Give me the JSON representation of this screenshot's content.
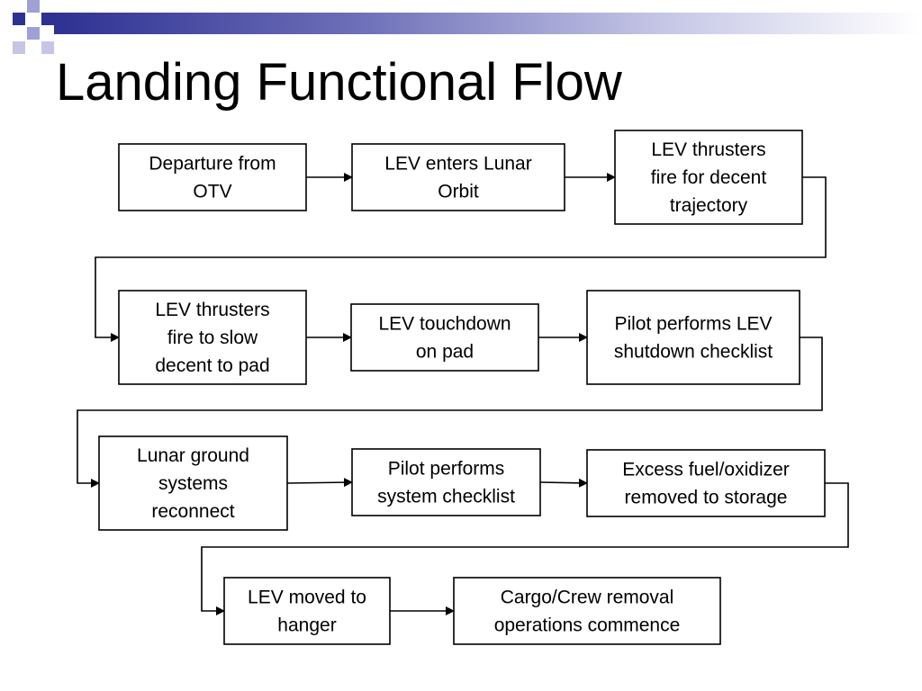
{
  "slide": {
    "title": "Landing Functional Flow",
    "accent_color": "#2e3192",
    "accent_light": "#9fa1d3"
  },
  "flowchart": {
    "nodes": [
      {
        "id": "departure-otv",
        "lines": [
          "Departure from",
          "OTV"
        ]
      },
      {
        "id": "lev-enters-lunar-orbit",
        "lines": [
          "LEV enters Lunar",
          "Orbit"
        ]
      },
      {
        "id": "lev-thrusters-decent-trajectory",
        "lines": [
          "LEV thrusters",
          "fire for decent",
          "trajectory"
        ]
      },
      {
        "id": "lev-thrusters-slow-decent",
        "lines": [
          "LEV thrusters",
          "fire to slow",
          "decent to pad"
        ]
      },
      {
        "id": "lev-touchdown-pad",
        "lines": [
          "LEV touchdown",
          "on pad"
        ]
      },
      {
        "id": "pilot-lev-shutdown-checklist",
        "lines": [
          "Pilot performs LEV",
          "shutdown checklist"
        ]
      },
      {
        "id": "lunar-ground-systems-reconnect",
        "lines": [
          "Lunar ground",
          "systems",
          "reconnect"
        ]
      },
      {
        "id": "pilot-system-checklist",
        "lines": [
          "Pilot performs",
          "system checklist"
        ]
      },
      {
        "id": "excess-fuel-removed",
        "lines": [
          "Excess fuel/oxidizer",
          "removed to storage"
        ]
      },
      {
        "id": "lev-moved-hanger",
        "lines": [
          "LEV moved to",
          "hanger"
        ]
      },
      {
        "id": "cargo-crew-removal",
        "lines": [
          "Cargo/Crew removal",
          "operations commence"
        ]
      }
    ],
    "edges": [
      {
        "from": "departure-otv",
        "to": "lev-enters-lunar-orbit"
      },
      {
        "from": "lev-enters-lunar-orbit",
        "to": "lev-thrusters-decent-trajectory"
      },
      {
        "from": "lev-thrusters-decent-trajectory",
        "to": "lev-thrusters-slow-decent"
      },
      {
        "from": "lev-thrusters-slow-decent",
        "to": "lev-touchdown-pad"
      },
      {
        "from": "lev-touchdown-pad",
        "to": "pilot-lev-shutdown-checklist"
      },
      {
        "from": "pilot-lev-shutdown-checklist",
        "to": "lunar-ground-systems-reconnect"
      },
      {
        "from": "lunar-ground-systems-reconnect",
        "to": "pilot-system-checklist"
      },
      {
        "from": "pilot-system-checklist",
        "to": "excess-fuel-removed"
      },
      {
        "from": "excess-fuel-removed",
        "to": "lev-moved-hanger"
      },
      {
        "from": "lev-moved-hanger",
        "to": "cargo-crew-removal"
      }
    ]
  }
}
